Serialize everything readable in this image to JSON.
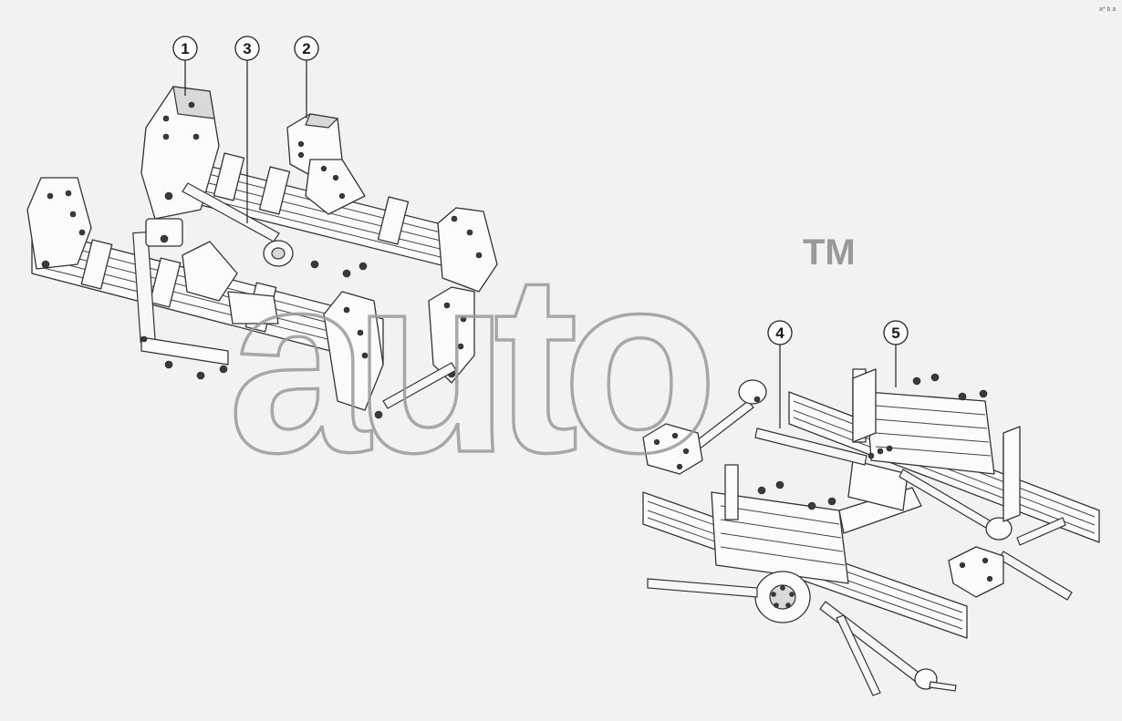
{
  "callouts": [
    {
      "id": "1",
      "label": "1"
    },
    {
      "id": "3",
      "label": "3"
    },
    {
      "id": "2",
      "label": "2"
    },
    {
      "id": "4",
      "label": "4"
    },
    {
      "id": "5",
      "label": "5"
    }
  ],
  "watermark": {
    "text": "auto",
    "trademark": "TM"
  },
  "corner_mark": "a* b a"
}
